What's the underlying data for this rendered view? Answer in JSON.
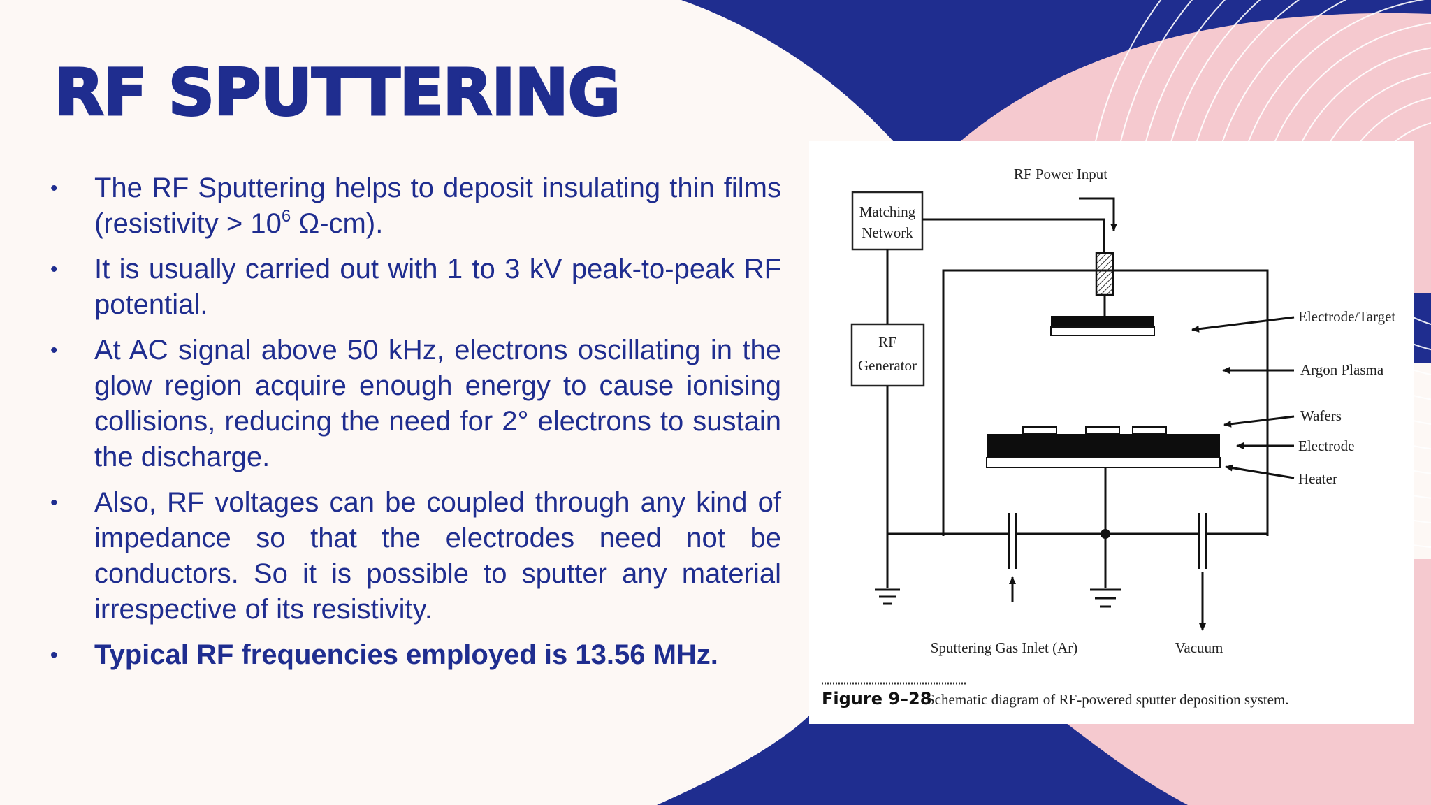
{
  "slide": {
    "title": "RF SPUTTERING",
    "colors": {
      "navy": "#1f2d8f",
      "pink": "#f5c9cf",
      "background": "#fdf8f5"
    }
  },
  "bullets": [
    {
      "marker": "•",
      "pre": "The RF Sputtering helps to deposit insulating thin films (resistivity > 10",
      "sup": "6",
      "post": " Ω-cm)."
    },
    {
      "marker": "•",
      "text": "It is usually carried out with 1 to 3 kV peak-to-peak RF potential."
    },
    {
      "marker": "•",
      "text": "At AC signal above 50 kHz, electrons oscillating in the glow region acquire enough energy to cause ionising collisions, reducing the need for 2° electrons to sustain the discharge."
    },
    {
      "marker": "•",
      "text": "Also, RF voltages can be coupled through any kind of impedance so that the electrodes need not be conductors. So it is possible to sputter any material irrespective of its resistivity."
    },
    {
      "marker": "•",
      "text": "Typical RF frequencies employed is 13.56 MHz."
    }
  ],
  "figure": {
    "labels": {
      "rf_power_input": "RF Power Input",
      "matching_1": "Matching",
      "matching_2": "Network",
      "rf_gen_1": "RF",
      "rf_gen_2": "Generator",
      "electrode_target": "Electrode/Target",
      "argon_plasma": "Argon Plasma",
      "wafers": "Wafers",
      "electrode": "Electrode",
      "heater": "Heater",
      "gas_inlet": "Sputtering Gas Inlet (Ar)",
      "vacuum": "Vacuum"
    },
    "caption": {
      "number": "Figure 9–28",
      "text": "Schematic diagram of RF-powered sputter deposition system."
    }
  }
}
